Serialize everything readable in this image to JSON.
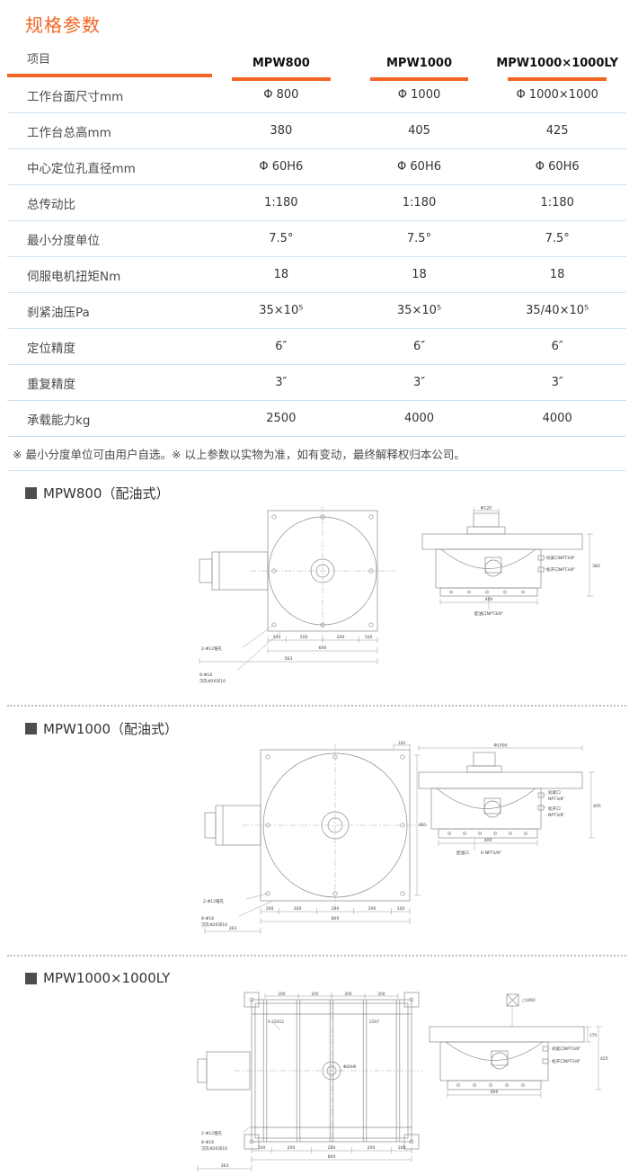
{
  "page": {
    "title": "规格参数"
  },
  "table": {
    "headers": [
      "项目",
      "MPW800",
      "MPW1000",
      "MPW1000×1000LY"
    ],
    "rows": [
      {
        "label": "工作台面尺寸mm",
        "values": [
          "Φ 800",
          "Φ 1000",
          "Φ 1000×1000"
        ]
      },
      {
        "label": "工作台总高mm",
        "values": [
          "380",
          "405",
          "425"
        ]
      },
      {
        "label": "中心定位孔直径mm",
        "values": [
          "Φ 60H6",
          "Φ 60H6",
          "Φ 60H6"
        ]
      },
      {
        "label": "总传动比",
        "values": [
          "1:180",
          "1:180",
          "1:180"
        ]
      },
      {
        "label": "最小分度单位",
        "values": [
          "7.5°",
          "7.5°",
          "7.5°"
        ]
      },
      {
        "label": "伺服电机扭矩Nm",
        "values": [
          "18",
          "18",
          "18"
        ]
      },
      {
        "label": "刹紧油压Pa",
        "values": [
          "35×10⁵",
          "35×10⁵",
          "35/40×10⁵"
        ]
      },
      {
        "label": "定位精度",
        "values": [
          "6″",
          "6″",
          "6″"
        ]
      },
      {
        "label": "重复精度",
        "values": [
          "3″",
          "3″",
          "3″"
        ]
      },
      {
        "label": "承载能力kg",
        "values": [
          "2500",
          "4000",
          "4000"
        ]
      }
    ]
  },
  "note": "※ 最小分度单位可由用户自选。※ 以上参数以实物为准，如有变动，最终解释权归本公司。",
  "sections": [
    {
      "title": "MPW800（配油式）",
      "annotations": {
        "cone_holes": "2-Φ12锥孔",
        "cbore1": "8-Φ18",
        "cbore2": "沉孔Φ26深16",
        "d1": "100",
        "d2": "200",
        "d3": "200",
        "d4": "100",
        "total": "600",
        "overall": "563",
        "boss": "Φ120",
        "port_clamp": "刹紧口NPT3/8\"",
        "port_release": "松开口NPT3/8\"",
        "port_oil": "配油口NPT3/8\"",
        "base_w": "400",
        "height": "380"
      }
    },
    {
      "title": "MPW1000（配油式）",
      "annotations": {
        "cone_holes": "2-Φ12锥孔",
        "cbore1": "8-Φ18",
        "cbore2": "沉孔Φ26深16",
        "d1": "100",
        "d2": "200",
        "d3": "200",
        "d4": "200",
        "d5": "100",
        "total": "800",
        "overall": "363",
        "top_dim": "100",
        "side_dim": "950",
        "table_dia": "Φ1000",
        "port_clamp1": "刹紧口",
        "port_clamp2": "NPT3/8\"",
        "port_release1": "松开口",
        "port_release2": "NPT3/8\"",
        "port_oil1": "配油口",
        "port_oil2": "6-NPT3/8\"",
        "base_w": "400",
        "height": "405"
      }
    },
    {
      "title": "MPW1000×1000LY",
      "annotations": {
        "slot_holes": "4-22H12",
        "slot": "22H7",
        "center_hole": "Φ60H6",
        "t1": "200",
        "t2": "200",
        "t3": "200",
        "t4": "200",
        "cone_holes": "2-Φ12锥孔",
        "cbore1": "8-Φ18",
        "cbore2": "沉孔Φ26深16",
        "d1": "100",
        "d2": "200",
        "d3": "200",
        "d4": "200",
        "d5": "100",
        "total": "800",
        "overall": "363",
        "flange": "□1060",
        "port_clamp": "刹紧口NPT3/8\"",
        "port_release": "松开口NPT3/8\"",
        "plate_h": "170",
        "height": "425",
        "base_w": "400"
      }
    }
  ]
}
